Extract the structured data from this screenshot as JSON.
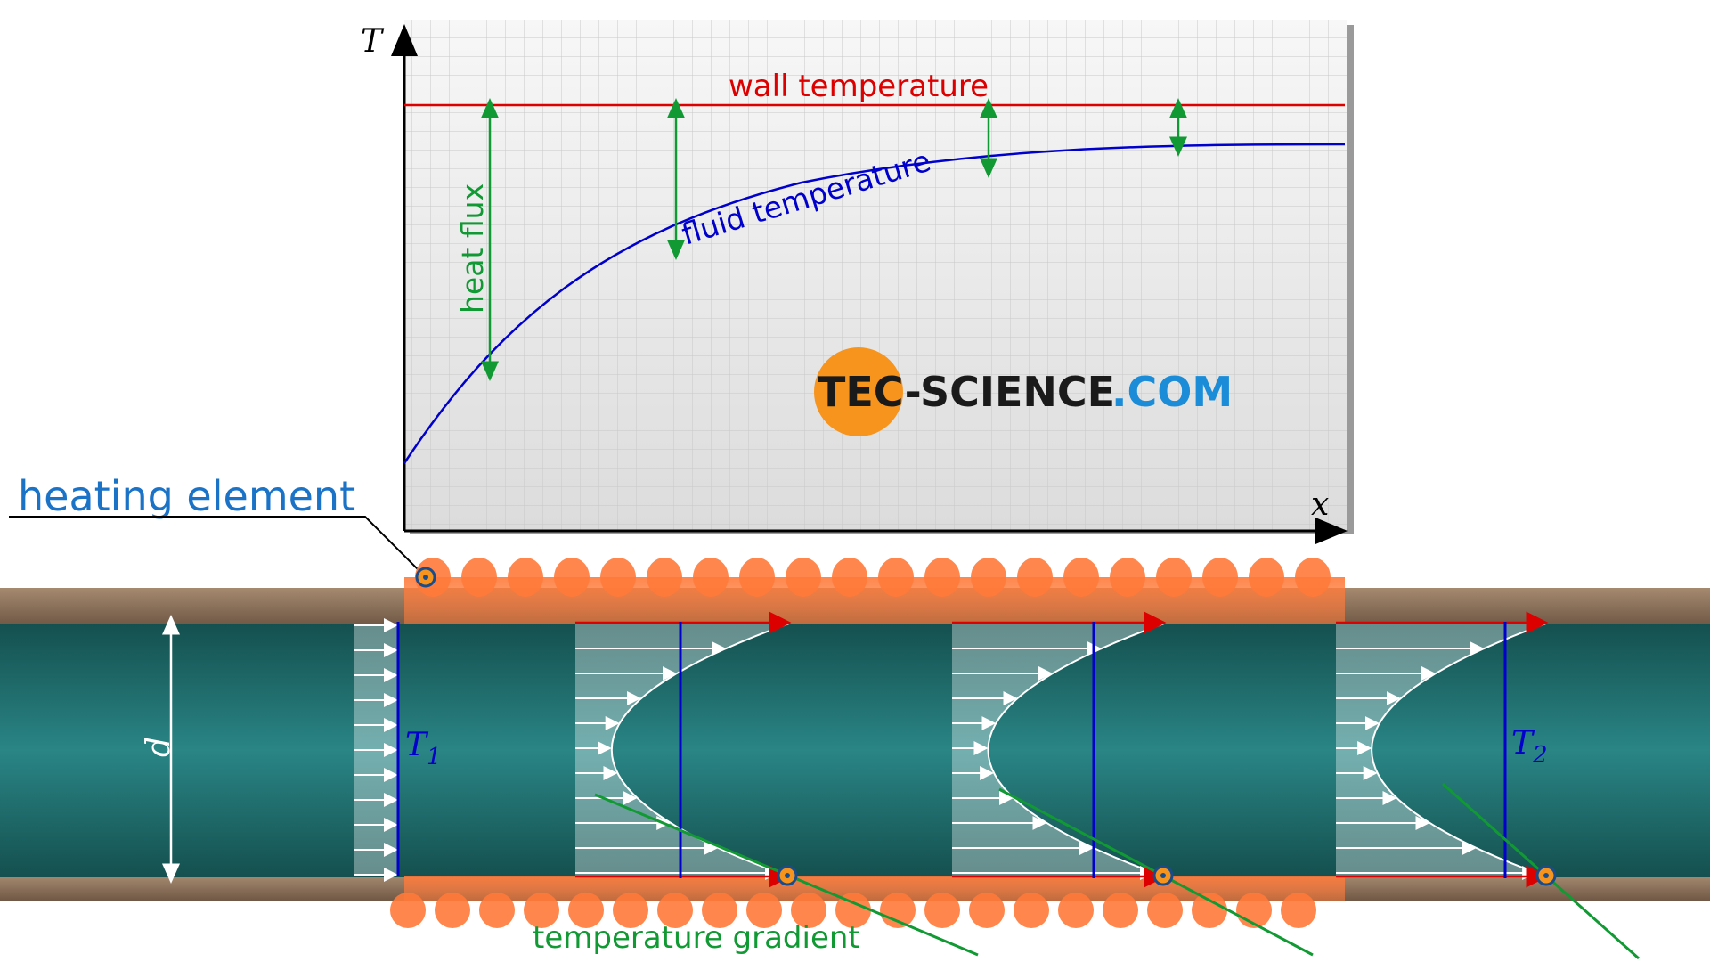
{
  "axes": {
    "y_label": "T",
    "x_label": "x"
  },
  "labels": {
    "wall_temperature": "wall temperature",
    "fluid_temperature": "fluid temperature",
    "heat_flux": "heat flux",
    "heating_element": "heating element",
    "temperature_gradient": "temperature gradient",
    "diameter": "d",
    "T1_main": "T",
    "T1_sub": "1",
    "T2_main": "T",
    "T2_sub": "2"
  },
  "logo": {
    "part1": "TEC-",
    "part2": "SCIENCE",
    "part3": ".COM"
  },
  "colors": {
    "wall": "#dd0000",
    "fluid": "#0000cc",
    "flux": "#119933",
    "heating_label": "#1a73c7",
    "heater": "#ff7a3a",
    "pipe_wall": "#8a6e55",
    "fluid_fill": "#1f6a6a",
    "logo_orange": "#f7941d",
    "logo_blue": "#1a8cd8"
  }
}
